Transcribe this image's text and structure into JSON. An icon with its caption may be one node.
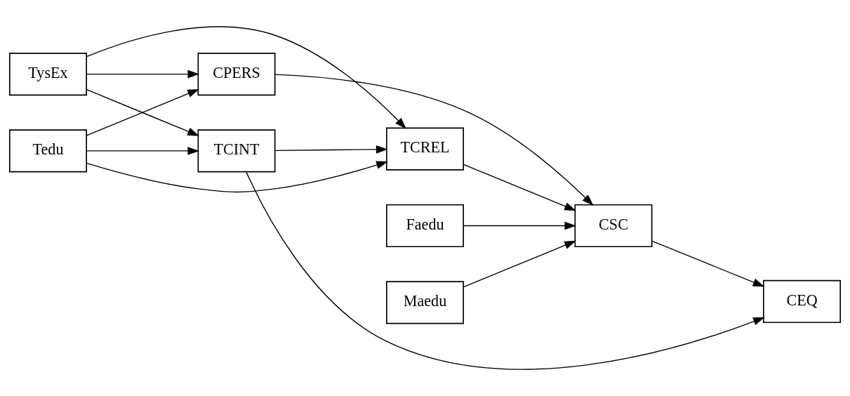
{
  "diagram": {
    "nodes": [
      {
        "text": [
          "Tedu"
        ]
      },
      {
        "text": [
          "TysEx"
        ]
      },
      {
        "text": [
          "Faedu"
        ]
      },
      {
        "text": [
          "Maedu"
        ]
      },
      {
        "text": [
          "TCREL"
        ]
      },
      {
        "text": [
          "CSC"
        ]
      },
      {
        "text": [
          "TCINT"
        ]
      },
      {
        "text": [
          "CEQ"
        ]
      },
      {
        "text": [
          "CPERS"
        ]
      }
    ],
    "edges": [
      {
        "from": 0,
        "to": 4,
        "arrow": "to"
      },
      {
        "from": 0,
        "to": 6,
        "arrow": "to"
      },
      {
        "from": 0,
        "to": 8,
        "arrow": "to"
      },
      {
        "from": 1,
        "to": 4,
        "arrow": "to"
      },
      {
        "from": 1,
        "to": 8,
        "arrow": "to"
      },
      {
        "from": 1,
        "to": 6,
        "arrow": "to"
      },
      {
        "from": 2,
        "to": 5,
        "arrow": "to"
      },
      {
        "from": 3,
        "to": 5,
        "arrow": "to"
      },
      {
        "from": 4,
        "to": 5,
        "arrow": "to"
      },
      {
        "from": 5,
        "to": 7,
        "arrow": "to"
      },
      {
        "from": 6,
        "to": 4,
        "arrow": "to"
      },
      {
        "from": 6,
        "to": 7,
        "arrow": "to"
      },
      {
        "from": 8,
        "to": 5,
        "arrow": "to"
      }
    ]
  }
}
